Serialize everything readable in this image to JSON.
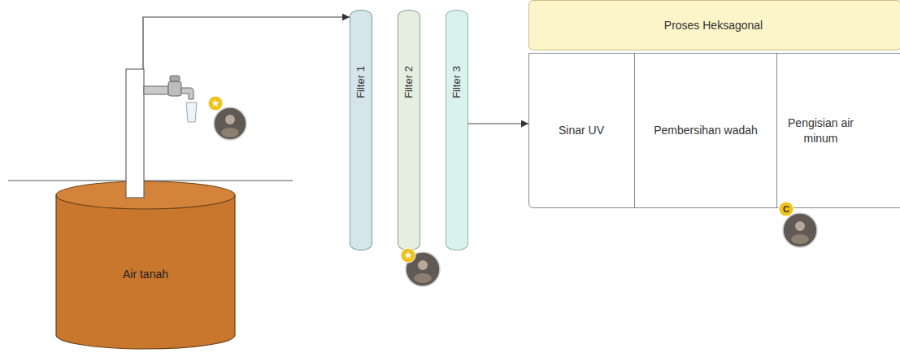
{
  "diagram": {
    "nodes": [
      {
        "text": [
          "Air tanah"
        ]
      },
      {
        "text": [
          "Filter 1"
        ]
      },
      {
        "text": [
          "Filter 2"
        ]
      },
      {
        "text": [
          "Filter 3"
        ]
      },
      {
        "text": [
          "Proses Heksagonal"
        ]
      },
      {
        "text": [
          "Sinar UV"
        ],
        "in": 4
      },
      {
        "text": [
          "Pembersihan wadah"
        ],
        "in": 4
      },
      {
        "text": [
          "Pengisian air minum"
        ],
        "in": 4
      }
    ],
    "edges": [
      {
        "from": 0,
        "to": 1,
        "arrow": "to"
      },
      {
        "from": 3,
        "to": 5,
        "arrow": "to"
      }
    ],
    "labels": [
      "C"
    ]
  }
}
